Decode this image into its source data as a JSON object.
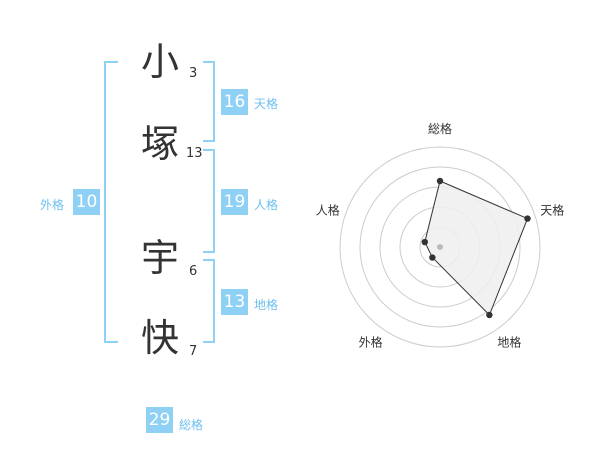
{
  "name": {
    "characters": [
      {
        "char": "小",
        "strokes": "3"
      },
      {
        "char": "塚",
        "strokes": "13"
      },
      {
        "char": "宇",
        "strokes": "6"
      },
      {
        "char": "快",
        "strokes": "7"
      }
    ]
  },
  "fortune": {
    "tenkaku": {
      "value": "16",
      "label": "天格"
    },
    "jinkaku": {
      "value": "19",
      "label": "人格"
    },
    "chikaku": {
      "value": "13",
      "label": "地格"
    },
    "gaikaku": {
      "value": "10",
      "label": "外格"
    },
    "soukaku": {
      "value": "29",
      "label": "総格"
    }
  },
  "chart_data": {
    "type": "radar",
    "axes": [
      "総格",
      "天格",
      "地格",
      "外格",
      "人格"
    ],
    "values": [
      3.3,
      4.6,
      4.2,
      0.65,
      0.8
    ],
    "max": 5,
    "rings": 5,
    "colors": {
      "fill": "#efefef",
      "stroke": "#333333",
      "ring": "#cccccc",
      "center": "#bbbbbb"
    }
  }
}
